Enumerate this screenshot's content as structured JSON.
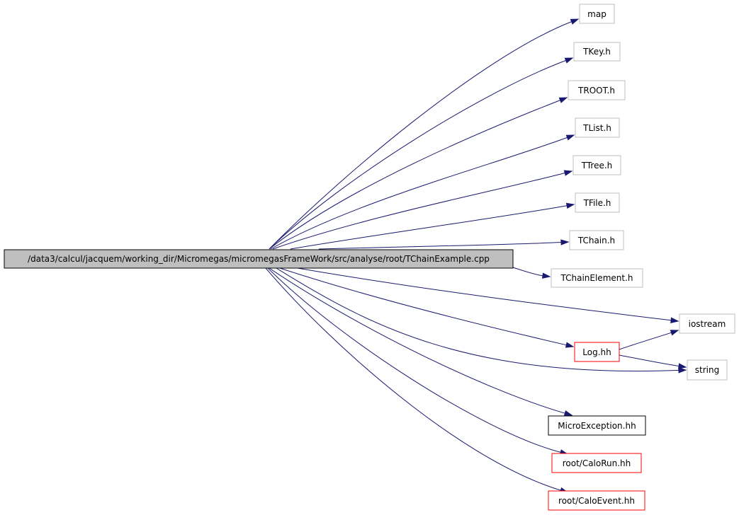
{
  "colors": {
    "edge": "#191970",
    "node_border_default": "#bfbfbf",
    "node_border_red": "#ff0000",
    "node_border_black": "#000000",
    "root_fill": "#bfbfbf"
  },
  "root": {
    "label": "/data3/calcul/jacquem/working_dir/Micromegas/micromegasFrameWork/src/analyse/root/TChainExample.cpp"
  },
  "nodes": {
    "map": {
      "label": "map",
      "style": "default"
    },
    "tkey": {
      "label": "TKey.h",
      "style": "default"
    },
    "troot": {
      "label": "TROOT.h",
      "style": "default"
    },
    "tlist": {
      "label": "TList.h",
      "style": "default"
    },
    "ttree": {
      "label": "TTree.h",
      "style": "default"
    },
    "tfile": {
      "label": "TFile.h",
      "style": "default"
    },
    "tchain": {
      "label": "TChain.h",
      "style": "default"
    },
    "tchainelement": {
      "label": "TChainElement.h",
      "style": "default"
    },
    "iostream": {
      "label": "iostream",
      "style": "default"
    },
    "log": {
      "label": "Log.hh",
      "style": "red"
    },
    "string": {
      "label": "string",
      "style": "default"
    },
    "microexception": {
      "label": "MicroException.hh",
      "style": "black"
    },
    "calorun": {
      "label": "root/CaloRun.hh",
      "style": "red"
    },
    "caloevent": {
      "label": "root/CaloEvent.hh",
      "style": "red"
    }
  },
  "edges": [
    {
      "from": "root",
      "to": "map"
    },
    {
      "from": "root",
      "to": "tkey"
    },
    {
      "from": "root",
      "to": "troot"
    },
    {
      "from": "root",
      "to": "tlist"
    },
    {
      "from": "root",
      "to": "ttree"
    },
    {
      "from": "root",
      "to": "tfile"
    },
    {
      "from": "root",
      "to": "tchain"
    },
    {
      "from": "root",
      "to": "tchainelement"
    },
    {
      "from": "root",
      "to": "iostream"
    },
    {
      "from": "root",
      "to": "log"
    },
    {
      "from": "root",
      "to": "string"
    },
    {
      "from": "root",
      "to": "microexception"
    },
    {
      "from": "root",
      "to": "calorun"
    },
    {
      "from": "root",
      "to": "caloevent"
    },
    {
      "from": "log",
      "to": "iostream"
    },
    {
      "from": "log",
      "to": "string"
    }
  ]
}
